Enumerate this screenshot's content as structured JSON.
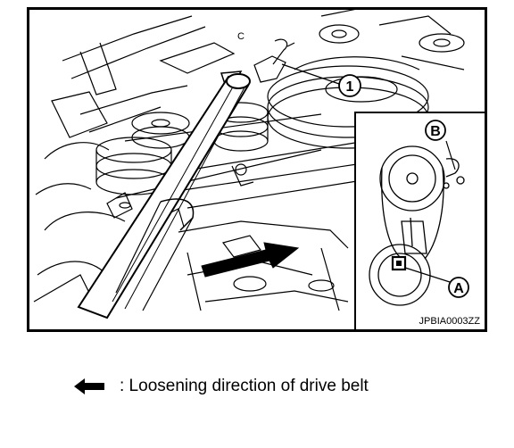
{
  "figure": {
    "callouts": {
      "one": "1",
      "a": "A",
      "b": "B",
      "c": "C"
    },
    "image_code": "JPBIA0003ZZ"
  },
  "legend": {
    "text": ": Loosening direction of drive belt",
    "icon": "left-arrow-icon"
  }
}
